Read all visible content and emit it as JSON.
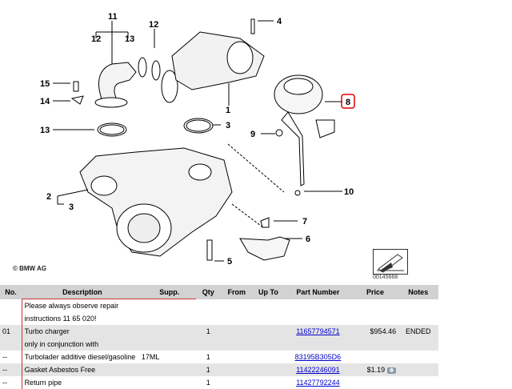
{
  "diagram": {
    "callouts": [
      "11",
      "12",
      "13",
      "12",
      "4",
      "15",
      "14",
      "13",
      "1",
      "3",
      "8",
      "9",
      "10",
      "2",
      "3",
      "7",
      "6",
      "5"
    ],
    "copyright": "© BMW AG",
    "catalog_code": "00145668"
  },
  "table": {
    "headers": [
      "No.",
      "Description",
      "Supp.",
      "Qty",
      "From",
      "Up To",
      "Part Number",
      "Price",
      "Notes"
    ],
    "rows": [
      {
        "no": "",
        "desc": "Please always observe repair",
        "supp": "",
        "qty": "",
        "from": "",
        "upto": "",
        "part": "",
        "price": "",
        "notes": ""
      },
      {
        "no": "",
        "desc": "instructions 11 65 020!",
        "supp": "",
        "qty": "",
        "from": "",
        "upto": "",
        "part": "",
        "price": "",
        "notes": ""
      },
      {
        "no": "01",
        "desc": "Turbo charger",
        "supp": "",
        "qty": "1",
        "from": "",
        "upto": "",
        "part": "11657794571",
        "price": "$954.46",
        "notes": "ENDED"
      },
      {
        "no": "",
        "desc": "only in conjunction with",
        "supp": "",
        "qty": "",
        "from": "",
        "upto": "",
        "part": "",
        "price": "",
        "notes": ""
      },
      {
        "no": "--",
        "desc": "Turbolader additive diesel/gasoline   17ML",
        "supp": "",
        "qty": "1",
        "from": "",
        "upto": "",
        "part": "83195B305D6",
        "price": "",
        "notes": ""
      },
      {
        "no": "--",
        "desc": "Gasket Asbestos Free",
        "supp": "",
        "qty": "1",
        "from": "",
        "upto": "",
        "part": "11422246091",
        "price": "$1.19",
        "notes": ""
      },
      {
        "no": "--",
        "desc": "Return pipe",
        "supp": "",
        "qty": "1",
        "from": "",
        "upto": "",
        "part": "11427792244",
        "price": "",
        "notes": ""
      }
    ]
  }
}
